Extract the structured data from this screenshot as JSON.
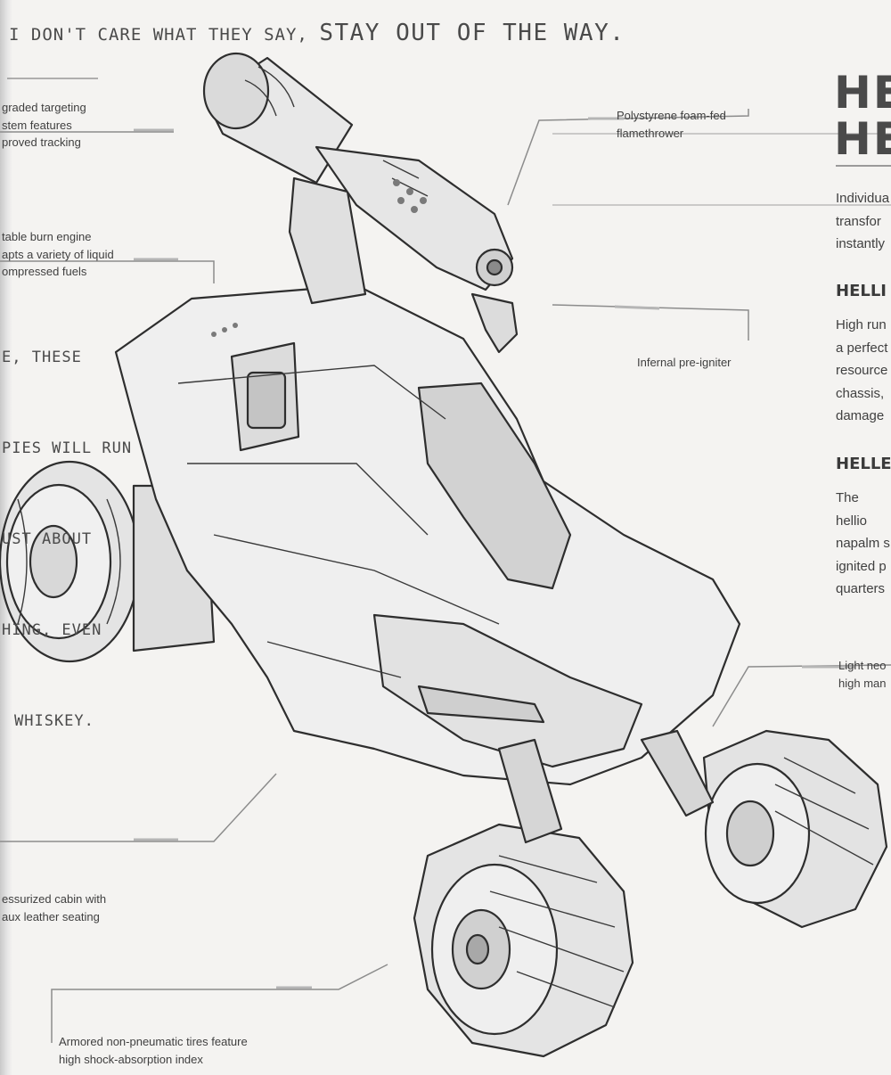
{
  "handwritten": {
    "quote_a": "I DON'T CARE WHAT THEY SAY,",
    "quote_b": "STAY OUT OF THE WAY.",
    "side_lines": [
      "E, THESE",
      "PIES WILL RUN",
      "UST ABOUT",
      "HING, EVEN",
      "WHISKEY."
    ]
  },
  "callouts": {
    "targeting": [
      "graded targeting",
      "stem features",
      "proved tracking"
    ],
    "engine": [
      "table burn engine",
      "apts a variety of liquid",
      "ompressed fuels"
    ],
    "flamethrower": [
      "Polystyrene foam-fed",
      "flamethrower"
    ],
    "igniter": [
      "Infernal pre-igniter"
    ],
    "cabin": [
      "essurized cabin with",
      "aux leather seating"
    ],
    "tires": [
      "Armored non-pneumatic tires feature",
      "high shock-absorption index"
    ],
    "neo": [
      "Light neo",
      "high man"
    ]
  },
  "title_lines": [
    "HE",
    "HE"
  ],
  "intro_lines": [
    "Individua",
    "transfor",
    "instantly"
  ],
  "section_1": {
    "heading": "HELLI",
    "lines": [
      "High run",
      "a perfect",
      "resource",
      "chassis,",
      "damage"
    ]
  },
  "section_2": {
    "heading": "HELLE",
    "lines": [
      "The hellio",
      "napalm s",
      "ignited p",
      "quarters"
    ]
  },
  "colors": {
    "paper": "#f4f3f1",
    "ink": "#3d3d3d",
    "rule": "#9a9a9a"
  }
}
